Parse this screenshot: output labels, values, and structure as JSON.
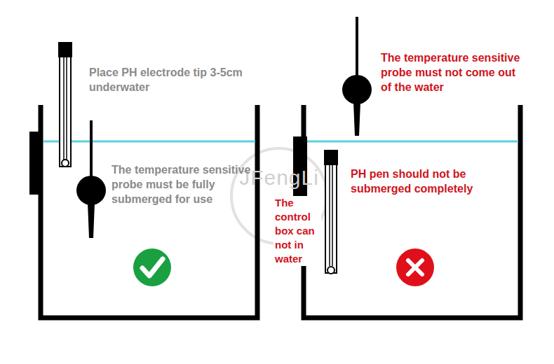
{
  "diagram": {
    "labels": [
      "Place PH electrode tip 3-5cm underwater",
      "The temperature sensitive probe must be fully submerged for use",
      "The temperature sensitive probe must not come out of the water",
      "PH pen should not be submerged completely",
      "The control box can not in water",
      "JFengLi"
    ]
  }
}
